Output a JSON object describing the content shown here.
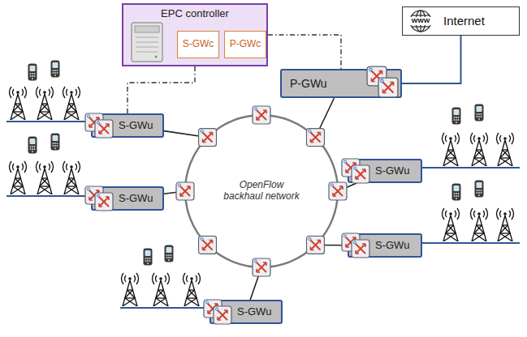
{
  "diagram": {
    "nodes": [
      {
        "text": [
          "EPC controller"
        ]
      },
      {
        "text": [
          "S-GWc"
        ],
        "in": 0
      },
      {
        "text": [
          "P-GWc"
        ],
        "in": 0
      },
      {
        "text": [
          "Internet"
        ]
      },
      {
        "text": [
          "P-GWu"
        ]
      },
      {
        "text": [
          "S-GWu"
        ]
      },
      {
        "text": [
          "S-GWu"
        ]
      },
      {
        "text": [
          "S-GWu"
        ]
      },
      {
        "text": [
          "S-GWu"
        ]
      },
      {
        "text": [
          "S-GWu"
        ]
      },
      {
        "text": [
          "OpenFlow backhaul network"
        ]
      }
    ],
    "edges": [
      {
        "from": 0,
        "to": 5,
        "arrow": "none"
      },
      {
        "from": 0,
        "to": 4,
        "arrow": "none"
      },
      {
        "from": 4,
        "to": 3,
        "arrow": "none"
      },
      {
        "from": 4,
        "to": 10,
        "arrow": "none"
      },
      {
        "from": 5,
        "to": 10,
        "arrow": "none"
      },
      {
        "from": 6,
        "to": 10,
        "arrow": "none"
      },
      {
        "from": 7,
        "to": 10,
        "arrow": "none"
      },
      {
        "from": 8,
        "to": 10,
        "arrow": "none"
      },
      {
        "from": 9,
        "to": 10,
        "arrow": "none"
      }
    ],
    "labels": [
      "WWW"
    ]
  }
}
